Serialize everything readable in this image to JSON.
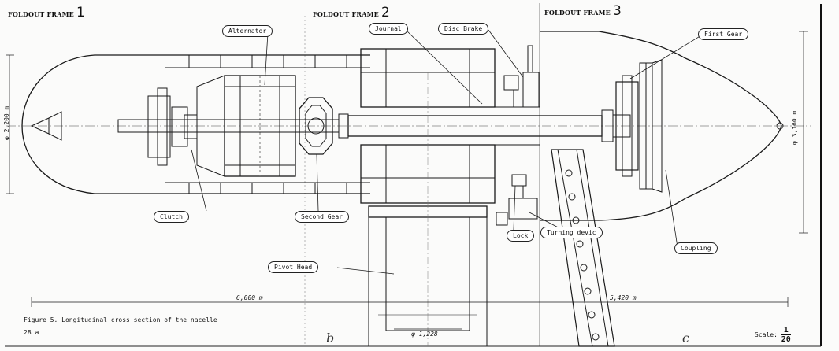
{
  "frames": [
    {
      "label": "FOLDOUT FRAME",
      "number": "1"
    },
    {
      "label": "FOLDOUT FRAME",
      "number": "2"
    },
    {
      "label": "FOLDOUT FRAME",
      "number": "3"
    }
  ],
  "callouts": {
    "alternator": "Alternator",
    "journal": "Journal",
    "disc_brake": "Disc Brake",
    "first_gear": "First Gear",
    "clutch": "Clutch",
    "second_gear": "Second Gear",
    "lock": "Lock",
    "turning_device": "Turning devic",
    "coupling": "Coupling",
    "pivot_head": "Pivot Head"
  },
  "dimensions": {
    "left_diameter": "φ 2,200 m",
    "right_diameter": "φ 3,160 m",
    "left_length": "6,000 m",
    "right_length": "5,420 m",
    "tower_diameter": "φ 1,228"
  },
  "caption": {
    "text": "Figure 5. Longitudinal cross section of the nacelle",
    "page_note": "28 a"
  },
  "handwritten": {
    "b": "b",
    "c": "c"
  },
  "scale": {
    "label": "Scale:",
    "numerator": "1",
    "denominator": "20"
  }
}
